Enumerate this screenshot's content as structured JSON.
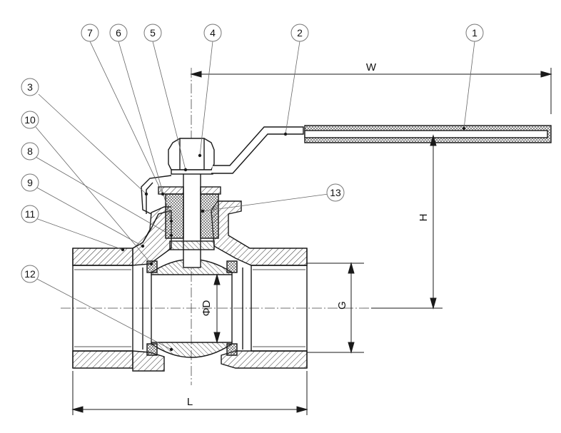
{
  "callouts": [
    {
      "id": "c1",
      "label": "1"
    },
    {
      "id": "c2",
      "label": "2"
    },
    {
      "id": "c3",
      "label": "3"
    },
    {
      "id": "c4",
      "label": "4"
    },
    {
      "id": "c5",
      "label": "5"
    },
    {
      "id": "c6",
      "label": "6"
    },
    {
      "id": "c7",
      "label": "7"
    },
    {
      "id": "c8",
      "label": "8"
    },
    {
      "id": "c9",
      "label": "9"
    },
    {
      "id": "c10",
      "label": "10"
    },
    {
      "id": "c11",
      "label": "11"
    },
    {
      "id": "c12",
      "label": "12"
    },
    {
      "id": "c13",
      "label": "13"
    }
  ],
  "dimensions": {
    "width": "W",
    "height": "H",
    "length": "L",
    "thread": "G",
    "bore": "ΦD"
  },
  "colors": {
    "line": "#1a1a1a",
    "hatch": "#333333"
  }
}
